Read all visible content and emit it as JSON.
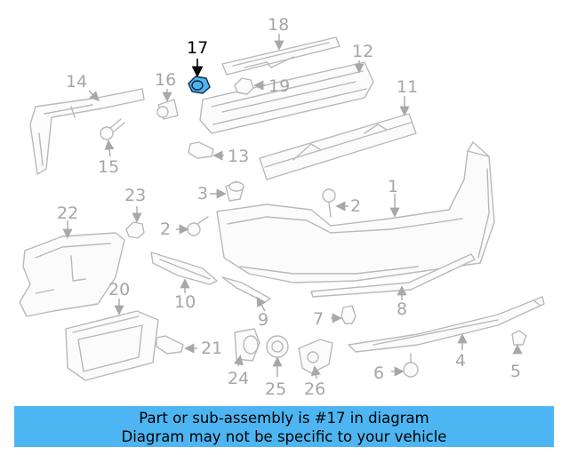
{
  "diagram": {
    "highlight_part": "17",
    "highlight_color": "#4db6f2",
    "callouts": [
      "1",
      "2",
      "2",
      "3",
      "4",
      "5",
      "6",
      "7",
      "8",
      "9",
      "10",
      "11",
      "12",
      "13",
      "14",
      "15",
      "16",
      "17",
      "18",
      "19",
      "20",
      "21",
      "22",
      "23",
      "24",
      "25",
      "26"
    ]
  },
  "banner": {
    "line1": "Part or sub-assembly is #17 in diagram",
    "line2": "Diagram may not be specific to your vehicle",
    "background": "#4db6f2"
  }
}
